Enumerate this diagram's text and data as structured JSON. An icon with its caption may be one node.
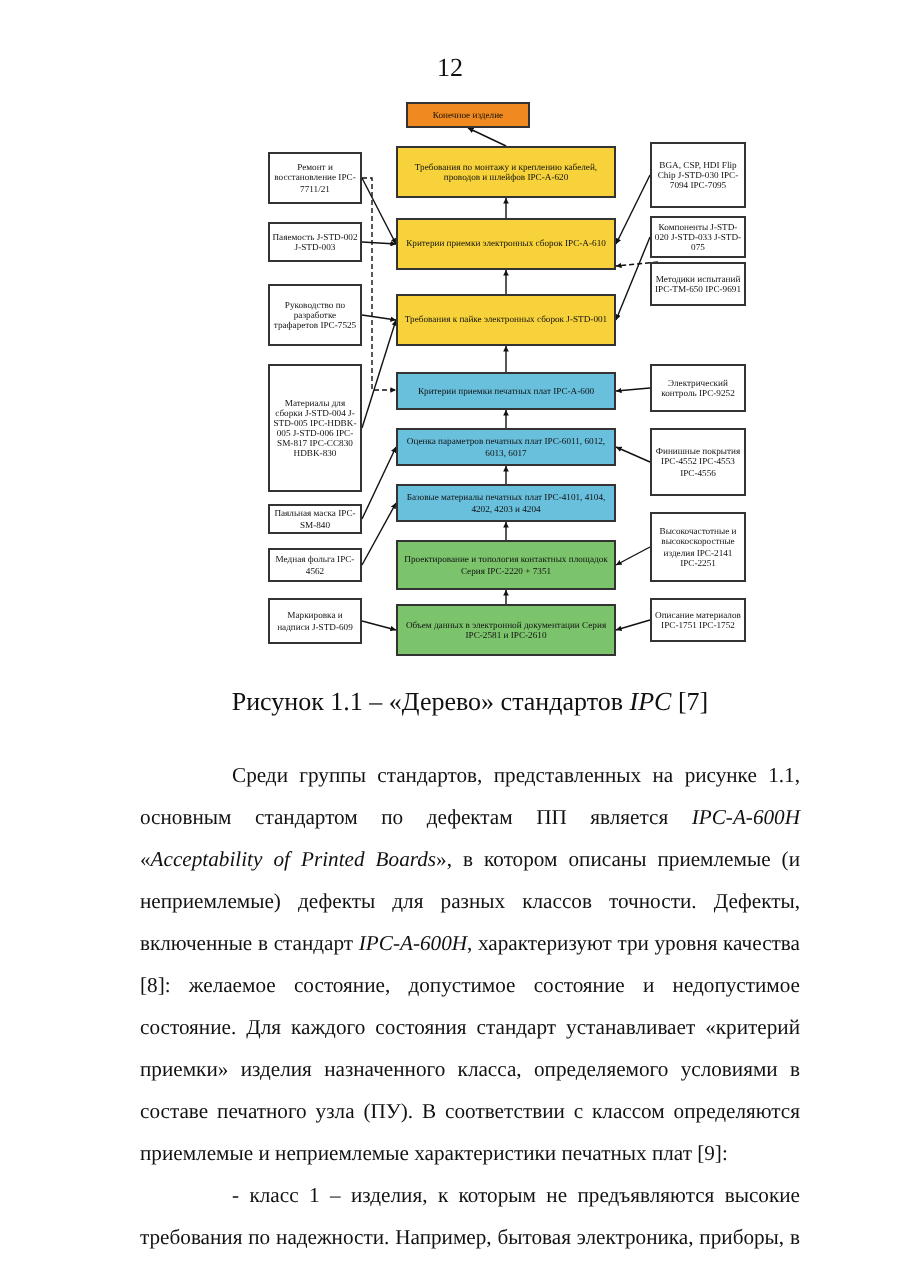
{
  "diagram": {
    "caption": "Рисунок 1.1 – «Дерево» стандартов *IPC* [7]",
    "nodes": [
      {
        "text": [
          "Конечное изделие"
        ]
      },
      {
        "text": [
          "Требования по монтажу и креплению кабелей, проводов и шлейфов IPC-A-620"
        ]
      },
      {
        "text": [
          "Критерии приемки электронных сборок IPC-A-610"
        ]
      },
      {
        "text": [
          "Требования к пайке электронных сборок J-STD-001"
        ]
      },
      {
        "text": [
          "Критерии приемки печатных плат IPC-A-600"
        ]
      },
      {
        "text": [
          "Оценка параметров печатных плат IPC-6011, 6012, 6013, 6017"
        ]
      },
      {
        "text": [
          "Базовые материалы печатных плат IPC-4101, 4104, 4202, 4203 и 4204"
        ]
      },
      {
        "text": [
          "Проектирование и топология контактных площадок Серия IPC-2220 + 7351"
        ]
      },
      {
        "text": [
          "Объем данных в электронной документации Серия IPC-2581 и IPC-2610"
        ]
      },
      {
        "text": [
          "Ремонт и восстановление IPC-7711/21"
        ]
      },
      {
        "text": [
          "Паяемость J-STD-002 J-STD-003"
        ]
      },
      {
        "text": [
          "Руководство по разработке трафаретов IPC-7525"
        ]
      },
      {
        "text": [
          "Материалы для сборки J-STD-004 J-STD-005 IPC-HDBK-005 J-STD-006 IPC-SM-817 IPC-CC830 HDBK-830"
        ]
      },
      {
        "text": [
          "Паяльная маска IPC-SM-840"
        ]
      },
      {
        "text": [
          "Медная фольга IPC-4562"
        ]
      },
      {
        "text": [
          "Маркировка и надписи J-STD-609"
        ]
      },
      {
        "text": [
          "BGA, CSP, HDI Flip Chip J-STD-030 IPC-7094 IPC-7095"
        ]
      },
      {
        "text": [
          "Компоненты J-STD-020 J-STD-033 J-STD-075"
        ]
      },
      {
        "text": [
          "Методики испытаний IPC-TM-650 IPC-9691"
        ]
      },
      {
        "text": [
          "Электрический контроль IPC-9252"
        ]
      },
      {
        "text": [
          "Финишные покрытия IPC-4552 IPC-4553 IPC-4556"
        ]
      },
      {
        "text": [
          "Высокочастотные и высокоскоростные изделия IPC-2141 IPC-2251"
        ]
      },
      {
        "text": [
          "Описание материалов IPC-1751 IPC-1752"
        ]
      }
    ],
    "edges": [
      {
        "from": 1,
        "to": 0,
        "arrow": "to"
      },
      {
        "from": 2,
        "to": 1,
        "arrow": "to"
      },
      {
        "from": 3,
        "to": 2,
        "arrow": "to"
      },
      {
        "from": 4,
        "to": 3,
        "arrow": "to"
      },
      {
        "from": 5,
        "to": 4,
        "arrow": "to"
      },
      {
        "from": 6,
        "to": 5,
        "arrow": "to"
      },
      {
        "from": 7,
        "to": 6,
        "arrow": "to"
      },
      {
        "from": 8,
        "to": 7,
        "arrow": "to"
      },
      {
        "from": 9,
        "to": 2,
        "arrow": "to"
      },
      {
        "from": 10,
        "to": 2,
        "arrow": "to"
      },
      {
        "from": 11,
        "to": 3,
        "arrow": "to"
      },
      {
        "from": 12,
        "to": 3,
        "arrow": "to"
      },
      {
        "from": 13,
        "to": 5,
        "arrow": "to"
      },
      {
        "from": 14,
        "to": 6,
        "arrow": "to"
      },
      {
        "from": 15,
        "to": 8,
        "arrow": "to"
      },
      {
        "from": 9,
        "to": 4,
        "arrow": "to",
        "style": "dashed"
      },
      {
        "from": 16,
        "to": 2,
        "arrow": "to"
      },
      {
        "from": 17,
        "to": 3,
        "arrow": "to"
      },
      {
        "from": 18,
        "to": 2,
        "arrow": "to",
        "style": "dashed"
      },
      {
        "from": 19,
        "to": 4,
        "arrow": "to"
      },
      {
        "from": 20,
        "to": 5,
        "arrow": "to"
      },
      {
        "from": 21,
        "to": 7,
        "arrow": "to"
      },
      {
        "from": 22,
        "to": 8,
        "arrow": "to"
      }
    ],
    "labels": [
      "12",
      "Среди группы стандартов, представленных на рисунке 1.1, основным стандартом по дефектам ПП является *IPC-A-600H* «*Acceptability of Printed Boards*», в котором описаны приемлемые (и неприемлемые) дефекты для разных классов точности. Дефекты, включенные в стандарт *IPC-A-600H*, характеризуют три уровня качества [8]: желаемое состояние, допустимое состояние и недопустимое состояние. Для каждого состояния стандарт устанавливает «критерий приемки» изделия назначенного класса, определяемого условиями в составе печатного узла (ПУ). В соответствии с классом определяются приемлемые и неприемлемые характеристики печатных плат [9]:",
      "- класс 1 – изделия, к которым не предъявляются высокие требования по надежности. Например, бытовая электроника, приборы, в которых допустимы"
    ]
  }
}
